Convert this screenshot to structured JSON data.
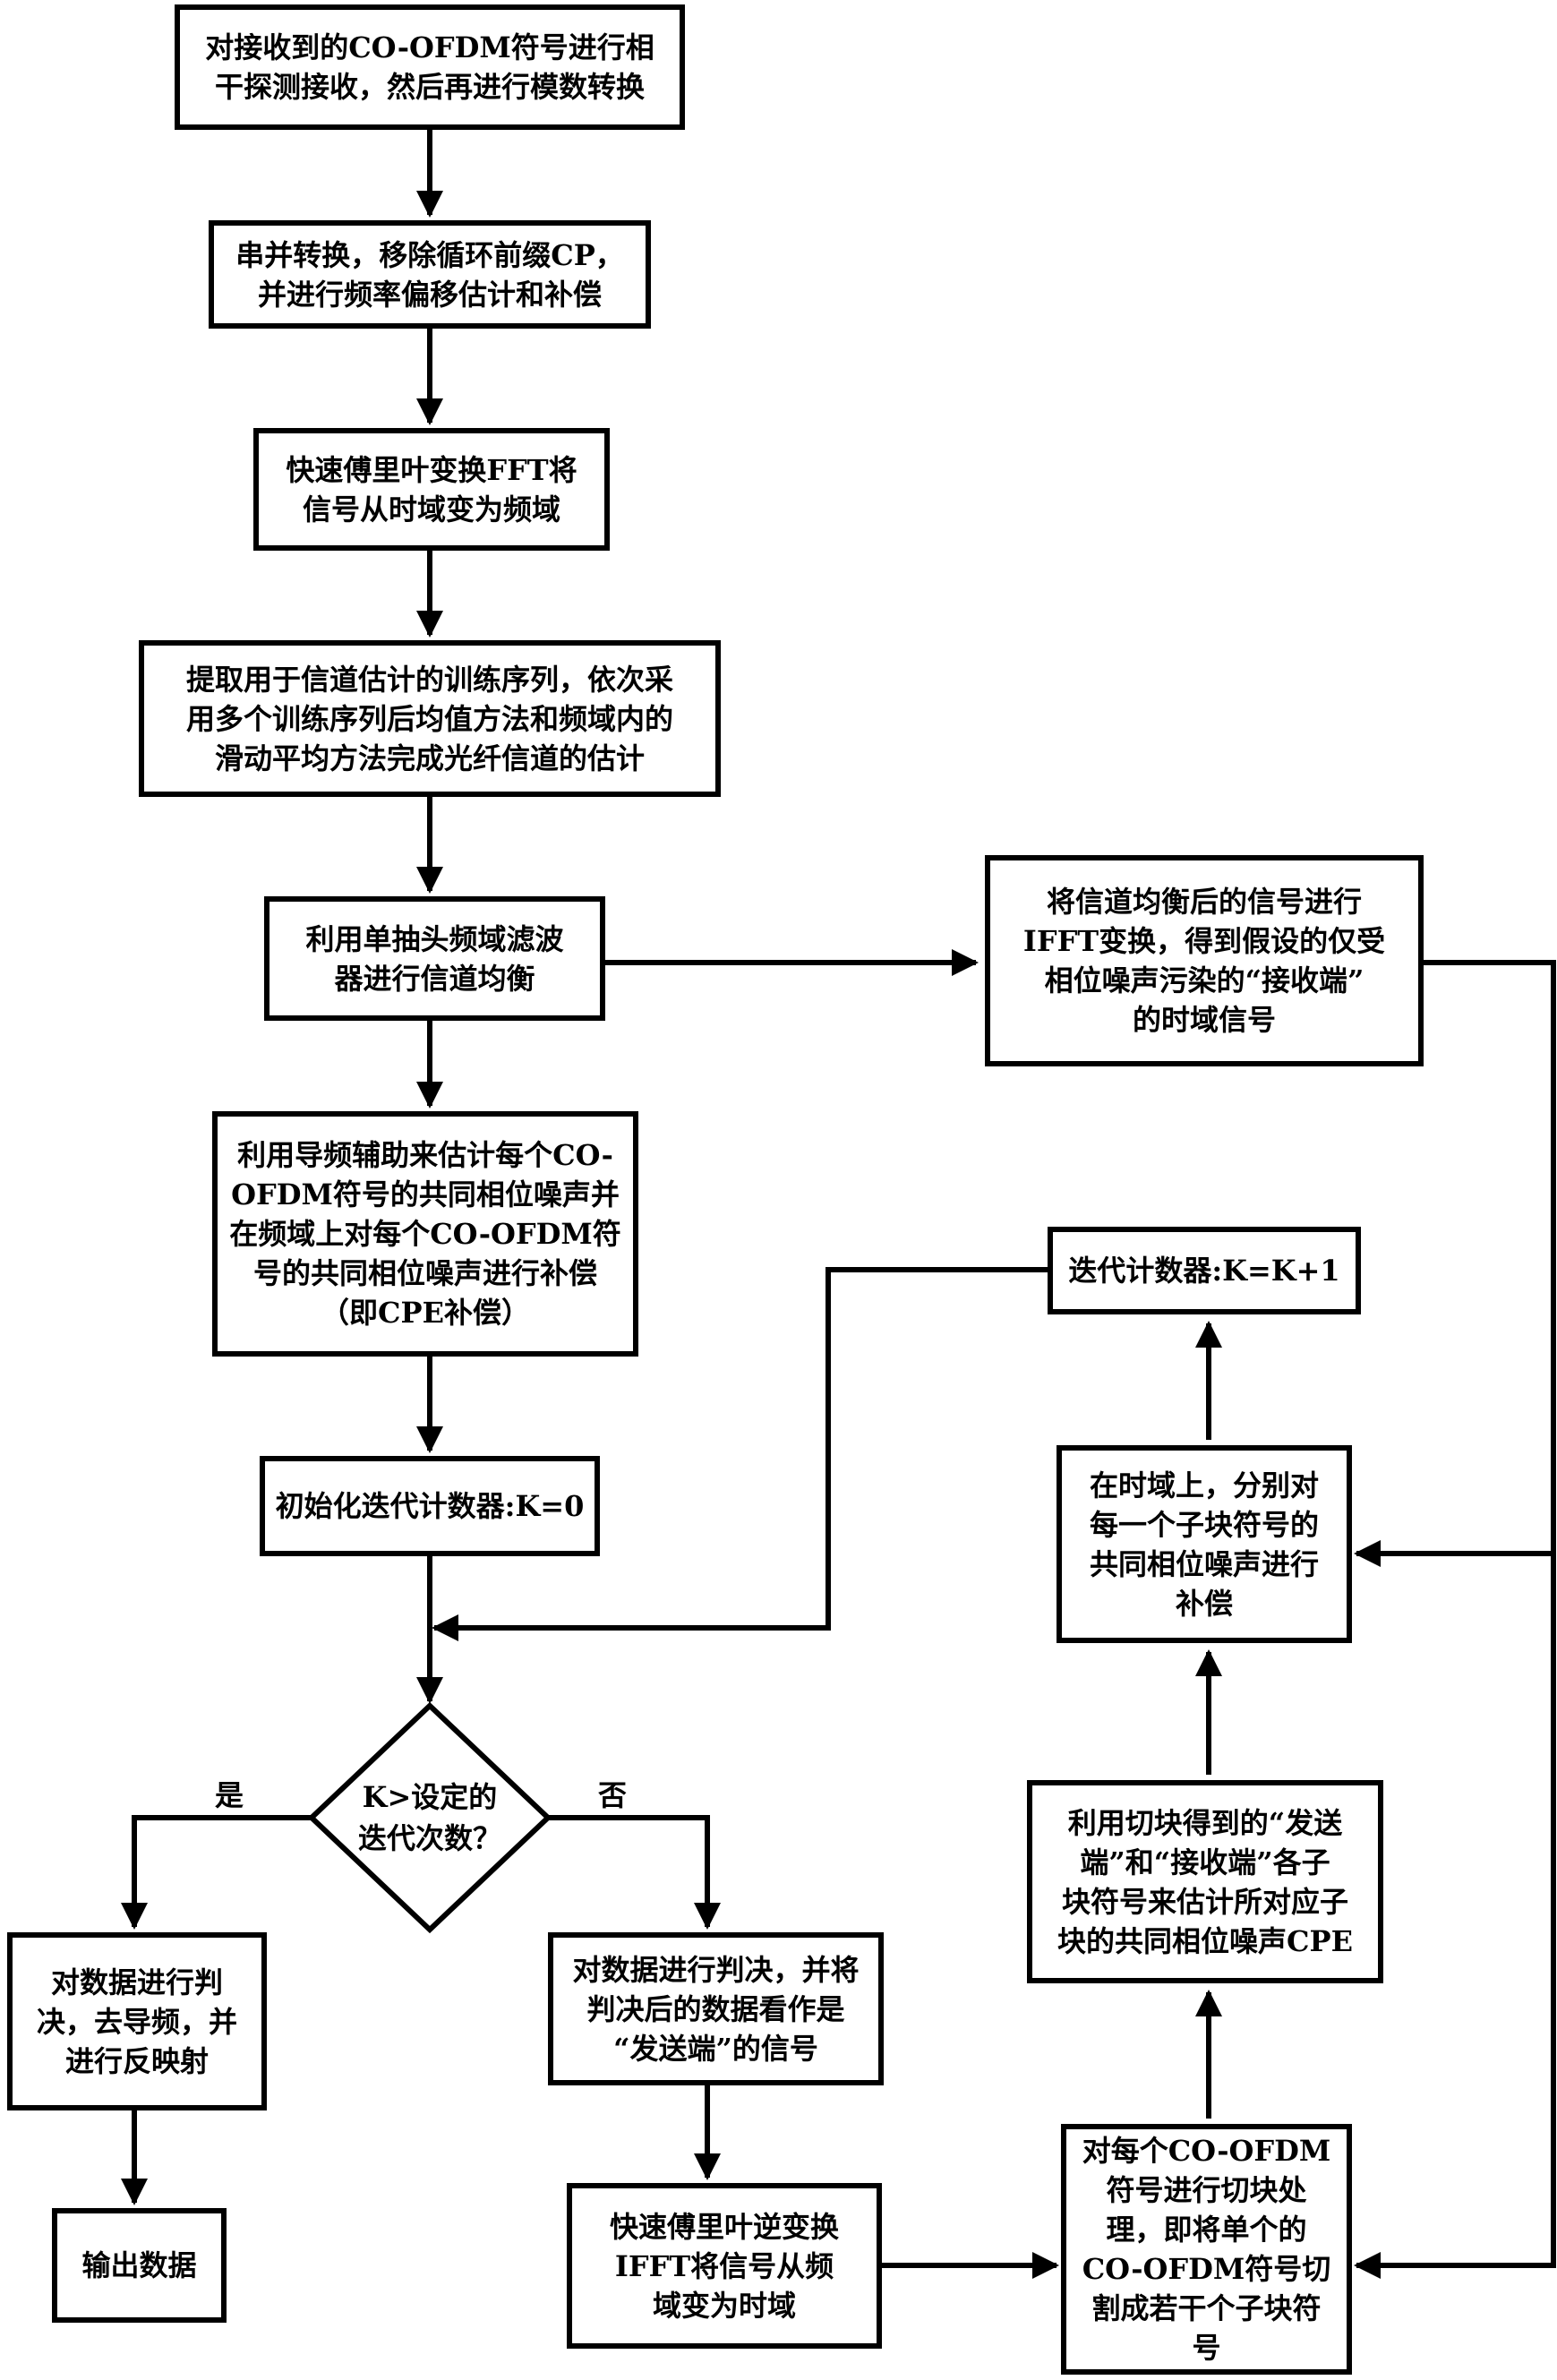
{
  "nodes": {
    "detect": [
      "对接收到的CO-OFDM符号进行相",
      "干探测接收，然后再进行模数转换"
    ],
    "sp_convert": [
      "串并转换，移除循环前缀CP，",
      "并进行频率偏移估计和补偿"
    ],
    "fft": [
      "快速傅里叶变换FFT将",
      "信号从时域变为频域"
    ],
    "channel_est": [
      "提取用于信道估计的训练序列，依次采",
      "用多个训练序列后均值方法和频域内的",
      "滑动平均方法完成光纤信道的估计"
    ],
    "equalize": [
      "利用单抽头频域滤波",
      "器进行信道均衡"
    ],
    "cpe_comp": [
      "利用导频辅助来估计每个CO-",
      "OFDM符号的共同相位噪声并",
      "在频域上对每个CO-OFDM符",
      "号的共同相位噪声进行补偿",
      "（即CPE补偿）"
    ],
    "init_k": [
      "初始化迭代计数器:K=0"
    ],
    "decision_yes": [
      "对数据进行判",
      "决，去导频，并",
      "进行反映射"
    ],
    "output": [
      "输出数据"
    ],
    "decision_no": [
      "对数据进行判决，并将",
      "判决后的数据看作是",
      "“发送端”的信号"
    ],
    "ifft_rx": [
      "将信道均衡后的信号进行",
      "IFFT变换，得到假设的仅受",
      "相位噪声污染的“接收端”",
      "的时域信号"
    ],
    "counter_inc": [
      "迭代计数器:K=K+1"
    ],
    "block_comp": [
      "在时域上，分别对",
      "每一个子块符号的",
      "共同相位噪声进行",
      "补偿"
    ],
    "block_cpe": [
      "利用切块得到的“发送",
      "端”和“接收端”各子",
      "块符号来估计所对应子",
      "块的共同相位噪声CPE"
    ],
    "ifft_tx": [
      "快速傅里叶逆变换",
      "IFFT将信号从频",
      "域变为时域"
    ],
    "split": [
      "对每个CO-OFDM",
      "符号进行切块处",
      "理，即将单个的",
      "CO-OFDM符号切",
      "割成若干个子块符",
      "号"
    ]
  },
  "decision": [
    "K>设定的",
    "迭代次数？"
  ],
  "labels": {
    "yes": "是",
    "no": "否"
  }
}
